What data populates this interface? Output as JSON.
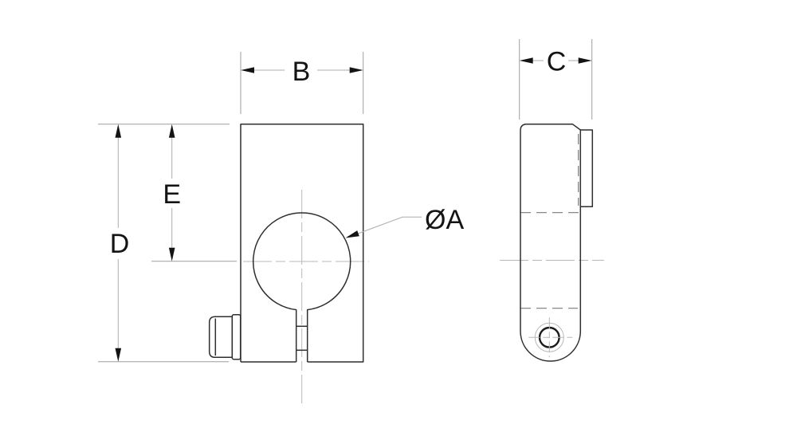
{
  "drawing": {
    "kind": "engineering-orthographic-views",
    "background": "#ffffff"
  },
  "colors": {
    "background": "#ffffff",
    "outline": "#2f2f2f",
    "bold": "#1c1c1c",
    "hidden": "#7a7a7a",
    "centerline": "#b8b8b8",
    "dimension": "#adadad",
    "extension": "#9e9e9e",
    "arrow": "#141414",
    "label": "#141414"
  },
  "dimensions": {
    "b": {
      "label": "B"
    },
    "c": {
      "label": "C"
    },
    "d": {
      "label": "D"
    },
    "e": {
      "label": "E"
    },
    "bore": {
      "label": "ØA"
    }
  }
}
